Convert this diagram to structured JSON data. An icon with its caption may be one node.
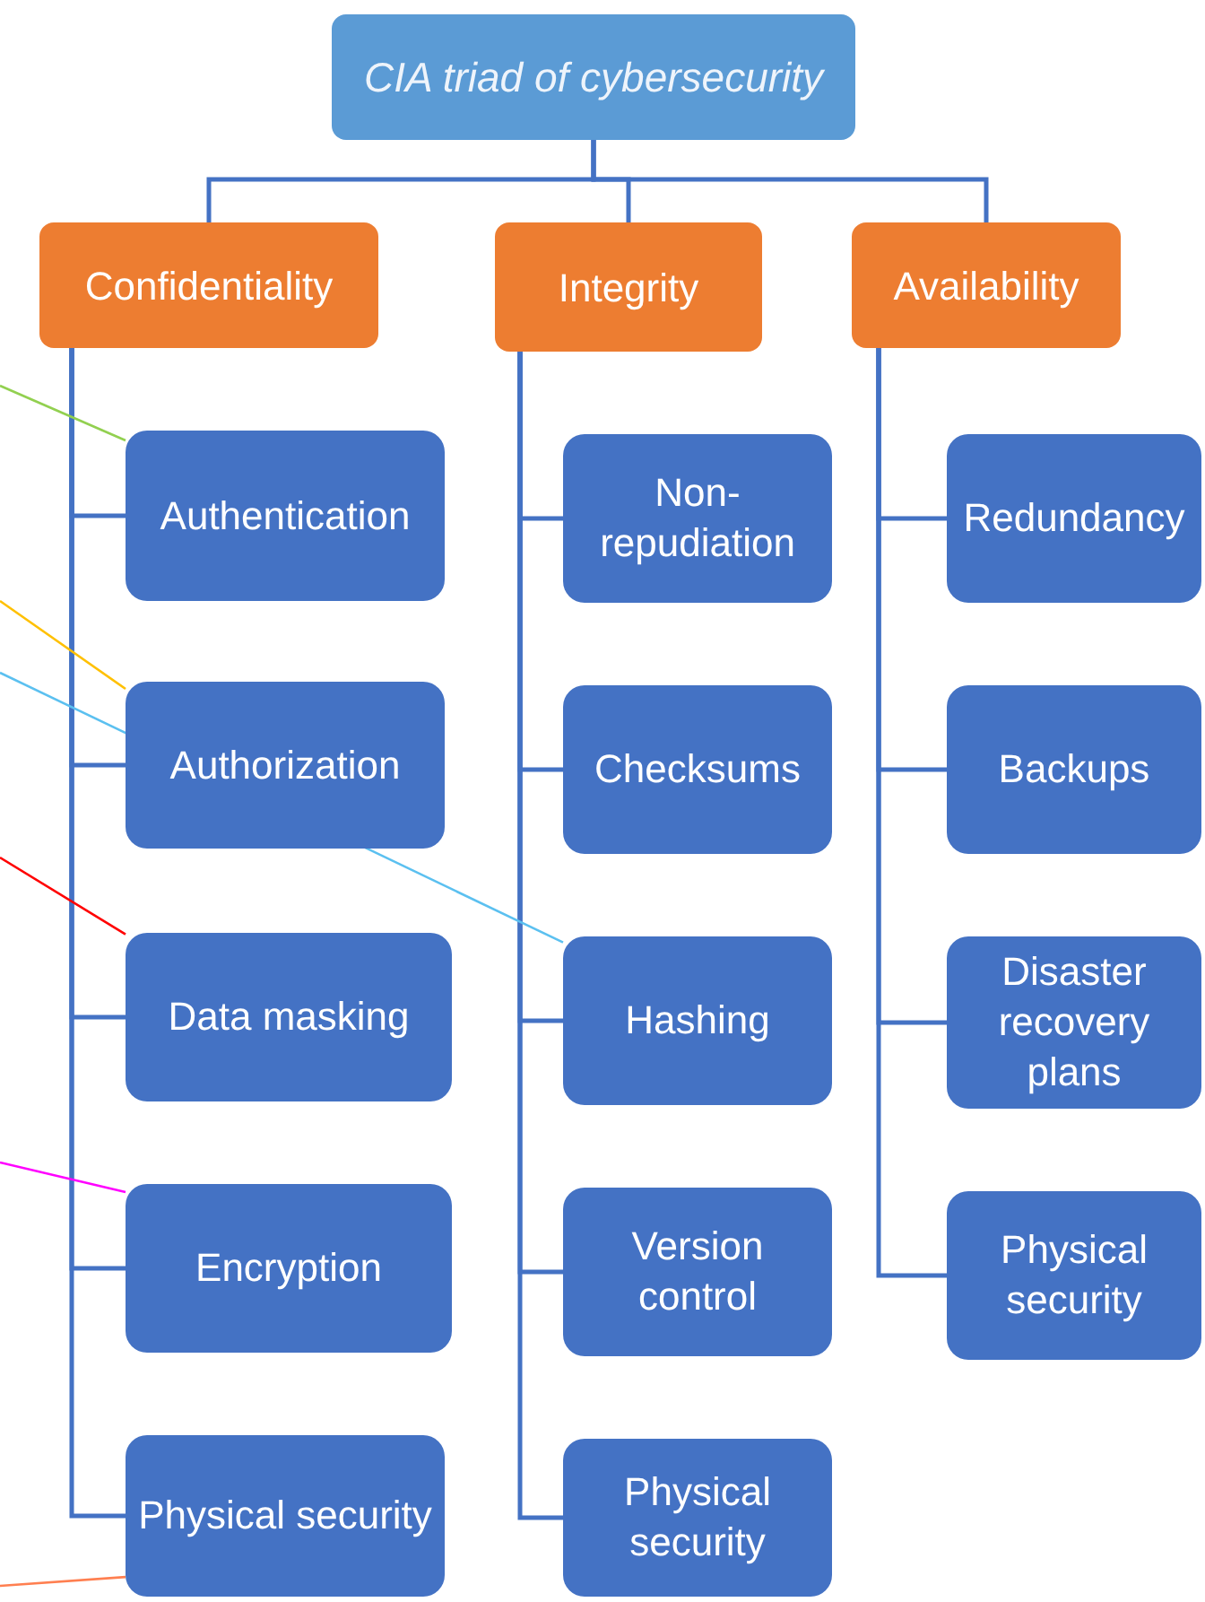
{
  "diagram": {
    "nodes": [
      {
        "text": [
          "CIA triad of cybersecurity"
        ]
      },
      {
        "text": [
          "Confidentiality"
        ]
      },
      {
        "text": [
          "Integrity"
        ]
      },
      {
        "text": [
          "Availability"
        ]
      },
      {
        "text": [
          "Authentication"
        ]
      },
      {
        "text": [
          "Authorization"
        ]
      },
      {
        "text": [
          "Data masking"
        ]
      },
      {
        "text": [
          "Encryption"
        ]
      },
      {
        "text": [
          "Physical security"
        ]
      },
      {
        "text": [
          "Non-repudiation"
        ]
      },
      {
        "text": [
          "Checksums"
        ]
      },
      {
        "text": [
          "Hashing"
        ]
      },
      {
        "text": [
          "Version control"
        ]
      },
      {
        "text": [
          "Physical security"
        ]
      },
      {
        "text": [
          "Redundancy"
        ]
      },
      {
        "text": [
          "Backups"
        ]
      },
      {
        "text": [
          "Disaster recovery plans"
        ]
      },
      {
        "text": [
          "Physical security"
        ]
      }
    ],
    "edges": [
      {
        "from": 0,
        "to": 1,
        "arrow": "none"
      },
      {
        "from": 0,
        "to": 2,
        "arrow": "none"
      },
      {
        "from": 0,
        "to": 3,
        "arrow": "none"
      },
      {
        "from": 1,
        "to": 4,
        "arrow": "none"
      },
      {
        "from": 1,
        "to": 5,
        "arrow": "none"
      },
      {
        "from": 1,
        "to": 6,
        "arrow": "none"
      },
      {
        "from": 1,
        "to": 7,
        "arrow": "none"
      },
      {
        "from": 1,
        "to": 8,
        "arrow": "none"
      },
      {
        "from": 2,
        "to": 9,
        "arrow": "none"
      },
      {
        "from": 2,
        "to": 10,
        "arrow": "none"
      },
      {
        "from": 2,
        "to": 11,
        "arrow": "none"
      },
      {
        "from": 2,
        "to": 12,
        "arrow": "none"
      },
      {
        "from": 2,
        "to": 13,
        "arrow": "none"
      },
      {
        "from": 3,
        "to": 14,
        "arrow": "none"
      },
      {
        "from": 3,
        "to": 15,
        "arrow": "none"
      },
      {
        "from": 3,
        "to": 16,
        "arrow": "none"
      },
      {
        "from": 3,
        "to": 17,
        "arrow": "none"
      },
      {
        "from": null,
        "to": 4,
        "arrow": "none",
        "color": "#92d050"
      },
      {
        "from": null,
        "to": 5,
        "arrow": "none",
        "color": "#ffc000"
      },
      {
        "from": null,
        "to": 11,
        "arrow": "none",
        "color": "#5bc0f0"
      },
      {
        "from": null,
        "to": 6,
        "arrow": "none",
        "color": "#ff0000"
      },
      {
        "from": null,
        "to": 7,
        "arrow": "none",
        "color": "#ff00ff"
      },
      {
        "from": null,
        "to": 8,
        "arrow": "none",
        "color": "#ff7f50"
      }
    ]
  }
}
